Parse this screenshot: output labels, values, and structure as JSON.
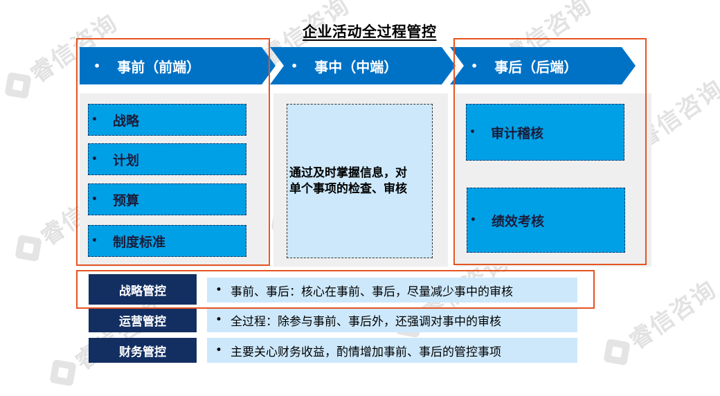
{
  "title": "企业活动全过程管控",
  "watermark": "睿信咨询",
  "phases": [
    {
      "label": "事前（前端）"
    },
    {
      "label": "事中（中端）"
    },
    {
      "label": "事后（后端）"
    }
  ],
  "pre_items": [
    "战略",
    "计划",
    "预算",
    "制度标准"
  ],
  "mid_text": [
    "通过及时掌握信息，对",
    "单个事项的检查、审核"
  ],
  "post_items": [
    "审计稽核",
    "绩效考核"
  ],
  "controls": [
    {
      "name": "战略管控",
      "desc": "事前、事后：核心在事前、事后，尽量减少事中的审核"
    },
    {
      "name": "运营管控",
      "desc": "全过程：除参与事前、事后外，还强调对事中的审核"
    },
    {
      "name": "财务管控",
      "desc": "主要关心财务收益，酌情增加事前、事后的管控事项"
    }
  ],
  "bullet": "•",
  "colors": {
    "arrow": "#0072c6",
    "box": "#00a0e6",
    "light": "#cde8fb",
    "navy": "#132f62",
    "highlight": "#e55320"
  }
}
